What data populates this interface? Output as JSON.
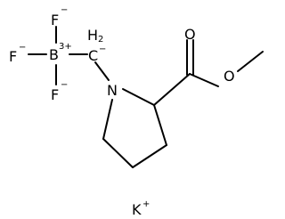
{
  "molecule": {
    "atoms": {
      "f_top": "F",
      "f_top_charge": "−",
      "f_left": "F",
      "f_left_charge": "−",
      "f_bottom": "F",
      "f_bottom_charge": "−",
      "boron": "B",
      "boron_charge": "3+",
      "methylene": "C",
      "methylene_h": "H",
      "methylene_h_count": "2",
      "methylene_charge": "−",
      "nitrogen": "N",
      "carbonyl_oxygen": "O",
      "ester_oxygen": "O",
      "potassium": "K",
      "potassium_charge": "+"
    }
  }
}
